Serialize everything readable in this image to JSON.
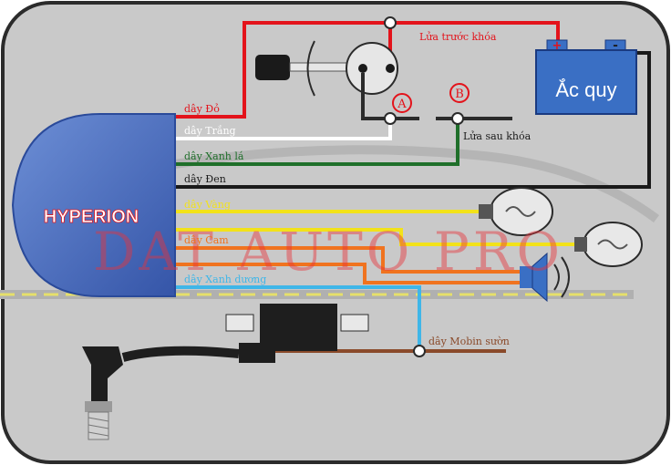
{
  "labels": {
    "wire_red": "dây Đỏ",
    "wire_white": "dây Trắng",
    "wire_green": "dây Xanh lá",
    "wire_black": "dây Đen",
    "wire_yellow": "dây Vàng",
    "wire_orange": "dây Cam",
    "wire_blue": "dây Xanh dương",
    "wire_mobin": "dây Mobin sườn",
    "before_key": "Lửa trước khóa",
    "after_key": "Lửa sau khóa",
    "point_a": "A",
    "point_b": "B",
    "battery": "Ắc quy",
    "battery_plus": "+",
    "battery_minus": "-",
    "brand": "HYPERION",
    "watermark": "DAT AUTO PRO"
  },
  "colors": {
    "background": "#c9c9c9",
    "frame": "#2b2b2b",
    "red": "#e3131b",
    "white": "#ffffff",
    "green": "#1f6f2a",
    "black": "#1a1a1a",
    "yellow": "#f2e21a",
    "orange": "#f0731f",
    "blue": "#3fb6e8",
    "brown": "#8a4a2a",
    "module": "#4a6fc1",
    "battery": "#3a6fc4",
    "watermark": "#e9333a"
  }
}
